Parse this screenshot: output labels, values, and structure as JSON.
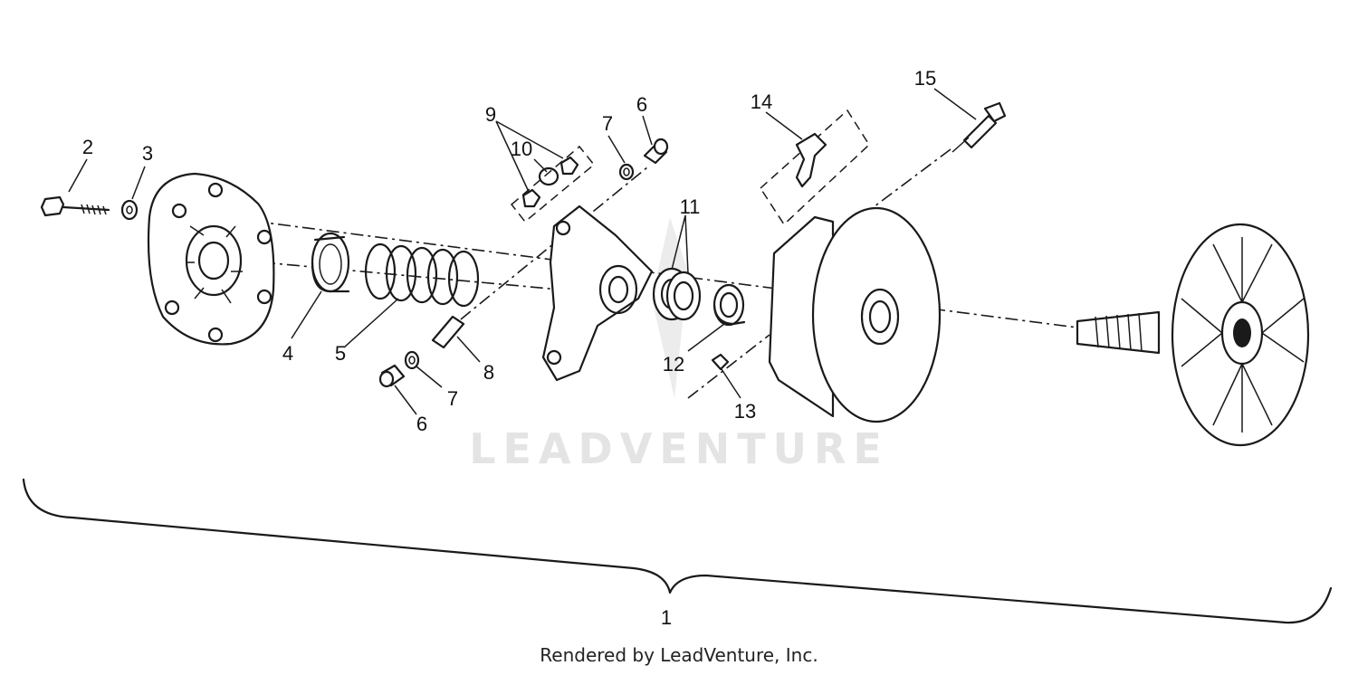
{
  "diagram": {
    "callouts": [
      {
        "id": "c1",
        "text": "1"
      },
      {
        "id": "c2",
        "text": "2"
      },
      {
        "id": "c3",
        "text": "3"
      },
      {
        "id": "c4",
        "text": "4"
      },
      {
        "id": "c5",
        "text": "5"
      },
      {
        "id": "c6a",
        "text": "6"
      },
      {
        "id": "c6b",
        "text": "6"
      },
      {
        "id": "c7a",
        "text": "7"
      },
      {
        "id": "c7b",
        "text": "7"
      },
      {
        "id": "c8",
        "text": "8"
      },
      {
        "id": "c9",
        "text": "9"
      },
      {
        "id": "c10",
        "text": "10"
      },
      {
        "id": "c11",
        "text": "11"
      },
      {
        "id": "c12",
        "text": "12"
      },
      {
        "id": "c13",
        "text": "13"
      },
      {
        "id": "c14",
        "text": "14"
      },
      {
        "id": "c15",
        "text": "15"
      }
    ],
    "watermark": "LEADVENTURE",
    "credit": "Rendered by LeadVenture, Inc."
  }
}
